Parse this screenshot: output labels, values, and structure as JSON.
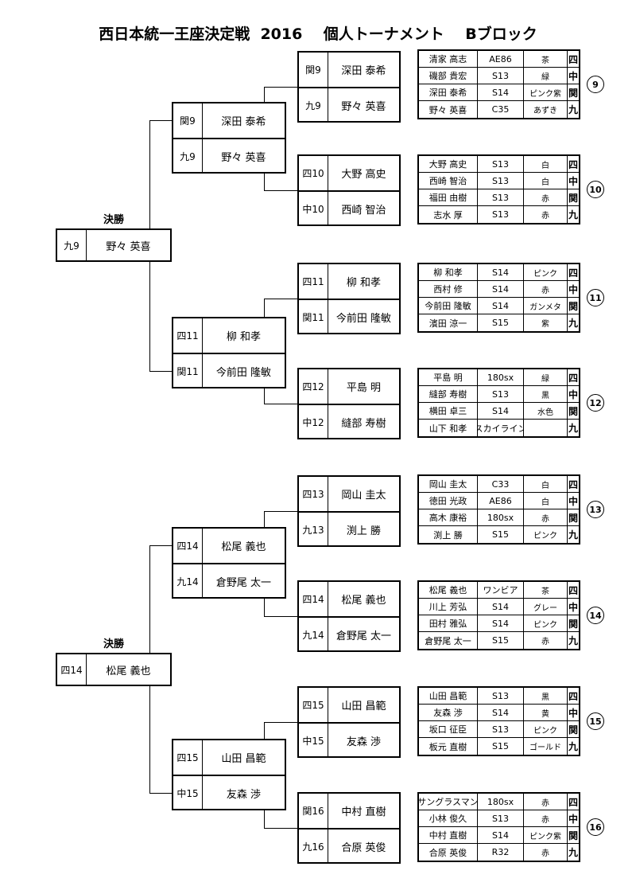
{
  "title": "西日本統一王座決定戦  2016    個人トーナメント    Bブロック",
  "finals": [
    {
      "label": "決勝",
      "winner": {
        "pref": "九9",
        "name": "野々 英喜"
      }
    },
    {
      "label": "決勝",
      "winner": {
        "pref": "四14",
        "name": "松尾 義也"
      }
    }
  ],
  "semis": [
    {
      "p1": {
        "pref": "関9",
        "name": "深田 泰希"
      },
      "p2": {
        "pref": "九9",
        "name": "野々 英喜"
      }
    },
    {
      "p1": {
        "pref": "四11",
        "name": "柳 和孝"
      },
      "p2": {
        "pref": "関11",
        "name": "今前田 隆敏"
      }
    },
    {
      "p1": {
        "pref": "四14",
        "name": "松尾 義也"
      },
      "p2": {
        "pref": "九14",
        "name": "倉野尾 太一"
      }
    },
    {
      "p1": {
        "pref": "四15",
        "name": "山田 昌範"
      },
      "p2": {
        "pref": "中15",
        "name": "友森 渉"
      }
    }
  ],
  "quarters": [
    {
      "p1": {
        "pref": "関9",
        "name": "深田 泰希"
      },
      "p2": {
        "pref": "九9",
        "name": "野々 英喜"
      }
    },
    {
      "p1": {
        "pref": "四10",
        "name": "大野 高史"
      },
      "p2": {
        "pref": "中10",
        "name": "西崎 智治"
      }
    },
    {
      "p1": {
        "pref": "四11",
        "name": "柳 和孝"
      },
      "p2": {
        "pref": "関11",
        "name": "今前田 隆敏"
      }
    },
    {
      "p1": {
        "pref": "四12",
        "name": "平島 明"
      },
      "p2": {
        "pref": "中12",
        "name": "縫部 寿樹"
      }
    },
    {
      "p1": {
        "pref": "四13",
        "name": "岡山 圭太"
      },
      "p2": {
        "pref": "九13",
        "name": "渕上 勝"
      }
    },
    {
      "p1": {
        "pref": "四14",
        "name": "松尾 義也"
      },
      "p2": {
        "pref": "九14",
        "name": "倉野尾 太一"
      }
    },
    {
      "p1": {
        "pref": "四15",
        "name": "山田 昌範"
      },
      "p2": {
        "pref": "中15",
        "name": "友森 渉"
      }
    },
    {
      "p1": {
        "pref": "関16",
        "name": "中村 直樹"
      },
      "p2": {
        "pref": "九16",
        "name": "合原 英俊"
      }
    }
  ],
  "groups": [
    {
      "num": "9",
      "rows": [
        {
          "name": "清家 高志",
          "car": "AE86",
          "color": "茶",
          "region": "四"
        },
        {
          "name": "磯部 貴宏",
          "car": "S13",
          "color": "緑",
          "region": "中"
        },
        {
          "name": "深田 泰希",
          "car": "S14",
          "color": "ピンク紫",
          "region": "関"
        },
        {
          "name": "野々 英喜",
          "car": "C35",
          "color": "あずき",
          "region": "九"
        }
      ]
    },
    {
      "num": "10",
      "rows": [
        {
          "name": "大野 高史",
          "car": "S13",
          "color": "白",
          "region": "四"
        },
        {
          "name": "西崎 智治",
          "car": "S13",
          "color": "白",
          "region": "中"
        },
        {
          "name": "福田 由樹",
          "car": "S13",
          "color": "赤",
          "region": "関"
        },
        {
          "name": "志水 厚",
          "car": "S13",
          "color": "赤",
          "region": "九"
        }
      ]
    },
    {
      "num": "11",
      "rows": [
        {
          "name": "柳 和孝",
          "car": "S14",
          "color": "ピンク",
          "region": "四"
        },
        {
          "name": "西村 修",
          "car": "S14",
          "color": "赤",
          "region": "中"
        },
        {
          "name": "今前田 隆敏",
          "car": "S14",
          "color": "ガンメタ",
          "region": "関"
        },
        {
          "name": "濱田 涼一",
          "car": "S15",
          "color": "紫",
          "region": "九"
        }
      ]
    },
    {
      "num": "12",
      "rows": [
        {
          "name": "平島 明",
          "car": "180sx",
          "color": "緑",
          "region": "四"
        },
        {
          "name": "縫部 寿樹",
          "car": "S13",
          "color": "黒",
          "region": "中"
        },
        {
          "name": "横田 卓三",
          "car": "S14",
          "color": "水色",
          "region": "関"
        },
        {
          "name": "山下 和孝",
          "car": "スカイライン",
          "color": "",
          "region": "九"
        }
      ]
    },
    {
      "num": "13",
      "rows": [
        {
          "name": "岡山 圭太",
          "car": "C33",
          "color": "白",
          "region": "四"
        },
        {
          "name": "徳田 光政",
          "car": "AE86",
          "color": "白",
          "region": "中"
        },
        {
          "name": "高木 康裕",
          "car": "180sx",
          "color": "赤",
          "region": "関"
        },
        {
          "name": "渕上 勝",
          "car": "S15",
          "color": "ピンク",
          "region": "九"
        }
      ]
    },
    {
      "num": "14",
      "rows": [
        {
          "name": "松尾 義也",
          "car": "ワンビア",
          "color": "茶",
          "region": "四"
        },
        {
          "name": "川上 芳弘",
          "car": "S14",
          "color": "グレー",
          "region": "中"
        },
        {
          "name": "田村 雅弘",
          "car": "S14",
          "color": "ピンク",
          "region": "関"
        },
        {
          "name": "倉野尾 太一",
          "car": "S15",
          "color": "赤",
          "region": "九"
        }
      ]
    },
    {
      "num": "15",
      "rows": [
        {
          "name": "山田 昌範",
          "car": "S13",
          "color": "黒",
          "region": "四"
        },
        {
          "name": "友森 渉",
          "car": "S14",
          "color": "黄",
          "region": "中"
        },
        {
          "name": "坂口 征臣",
          "car": "S13",
          "color": "ピンク",
          "region": "関"
        },
        {
          "name": "板元 直樹",
          "car": "S15",
          "color": "ゴールド",
          "region": "九"
        }
      ]
    },
    {
      "num": "16",
      "rows": [
        {
          "name": "サングラスマン",
          "car": "180sx",
          "color": "赤",
          "region": "四"
        },
        {
          "name": "小林 俊久",
          "car": "S13",
          "color": "赤",
          "region": "中"
        },
        {
          "name": "中村 直樹",
          "car": "S14",
          "color": "ピンク紫",
          "region": "関"
        },
        {
          "name": "合原 英俊",
          "car": "R32",
          "color": "赤",
          "region": "九"
        }
      ]
    }
  ]
}
